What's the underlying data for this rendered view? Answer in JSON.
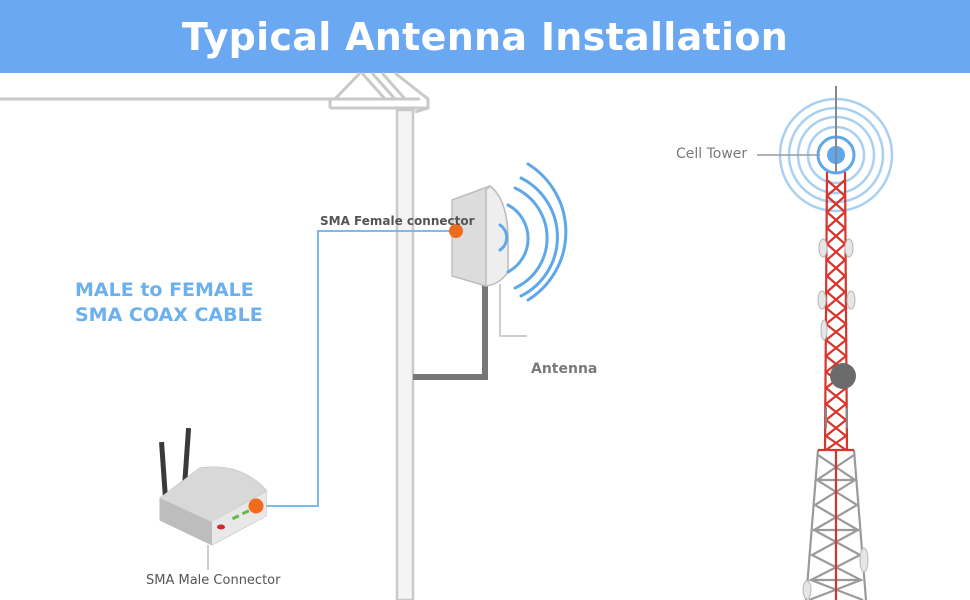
{
  "header": {
    "title": "Typical Antenna Installation"
  },
  "cable": {
    "line1": "MALE to FEMALE",
    "line2": "SMA COAX CABLE"
  },
  "labels": {
    "sma_female": "SMA Female connector",
    "antenna": "Antenna",
    "cell_tower": "Cell Tower",
    "sma_male": "SMA Male Connector"
  },
  "colors": {
    "banner": "#6aa9f1",
    "cable_text": "#6cb0ee",
    "signal_waves": "#5ea7ea",
    "connector": "#f26a1b",
    "tower_red": "#d9342b"
  }
}
